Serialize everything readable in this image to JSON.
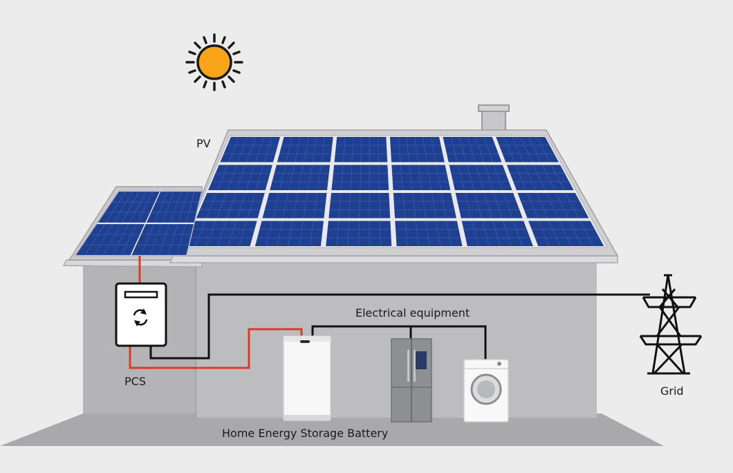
{
  "labels": {
    "pv": "PV",
    "electrical_equipment": "Electrical equipment",
    "pcs": "PCS",
    "grid": "Grid",
    "battery": "Home Energy Storage Battery"
  },
  "colors": {
    "background": "#ececec",
    "wall": "#b9b9bb",
    "wall_side": "#aeaeb0",
    "ground": "#a7a7a9",
    "roof_edge": "#d6d6d8",
    "panel": "#1f3f8f",
    "panel_cell": "#3556b0",
    "panel_frame": "#e8e8ee",
    "sun": "#f9a51a",
    "wire_ac": "#111111",
    "wire_dc": "#d93a2b",
    "tower": "#111111"
  },
  "icons": {
    "sun": "sun-icon",
    "inverter": "inverter-icon",
    "tower": "transmission-tower-icon",
    "battery": "battery-icon",
    "fridge": "refrigerator-icon",
    "washer": "washing-machine-icon"
  }
}
